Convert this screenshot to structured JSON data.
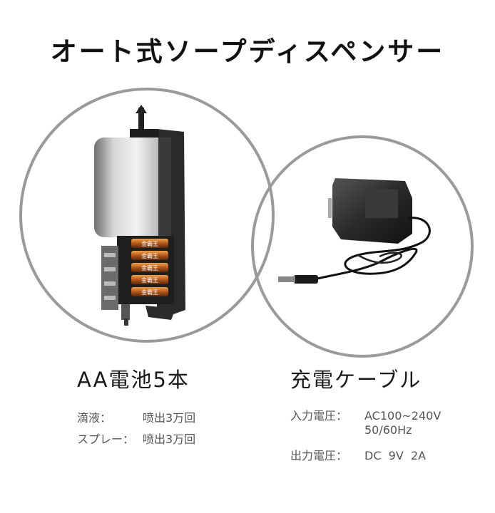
{
  "title": "オート式ソープディスペンサー",
  "left": {
    "caption": "AA電池5本",
    "specs": [
      {
        "label": "滴液：",
        "value": "喷出3万回"
      },
      {
        "label": "スプレー：",
        "value": "喷出3万回"
      }
    ],
    "battery_text": "金霸王"
  },
  "right": {
    "caption": "充電ケーブル",
    "input_label": "入力電圧：",
    "input_value_1": "AC100~240V",
    "input_value_2": "50/60Hz",
    "output_label": "出力電圧：",
    "output_value": "DC  9V  2A"
  },
  "colors": {
    "circle": "#9a9a9a",
    "text": "#222222"
  }
}
